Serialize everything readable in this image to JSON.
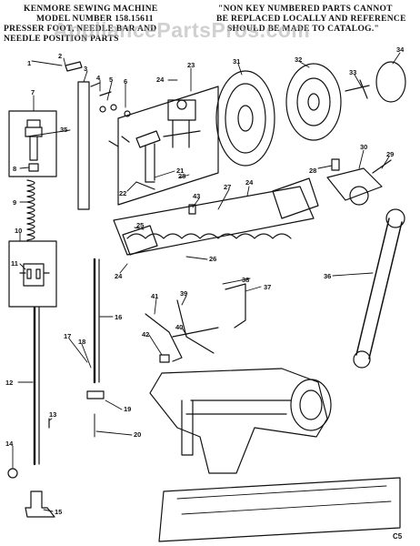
{
  "header": {
    "left_line1": "KENMORE SEWING MACHINE",
    "left_line2": "MODEL NUMBER 158.15611",
    "left_line3": "PRESSER FOOT, NEEDLE BAR AND",
    "left_line4": "NEEDLE POSITION PARTS",
    "right_line1": "\"NON KEY NUMBERED PARTS CANNOT",
    "right_line2": "BE REPLACED LOCALLY AND REFERENCE",
    "right_line3": "SHOULD BE MADE TO CATALOG.\""
  },
  "watermark": "AppliancePartsPros.com",
  "corner_code": "C5",
  "callouts": [
    {
      "id": "c1",
      "label": "1"
    },
    {
      "id": "c2",
      "label": "2"
    },
    {
      "id": "c3",
      "label": "3"
    },
    {
      "id": "c4",
      "label": "4"
    },
    {
      "id": "c5",
      "label": "5"
    },
    {
      "id": "c6",
      "label": "6"
    },
    {
      "id": "c7",
      "label": "7"
    },
    {
      "id": "c8",
      "label": "8"
    },
    {
      "id": "c9",
      "label": "9"
    },
    {
      "id": "c10",
      "label": "10"
    },
    {
      "id": "c11",
      "label": "11"
    },
    {
      "id": "c12",
      "label": "12"
    },
    {
      "id": "c13",
      "label": "13"
    },
    {
      "id": "c14",
      "label": "14"
    },
    {
      "id": "c15",
      "label": "15"
    },
    {
      "id": "c16",
      "label": "16"
    },
    {
      "id": "c17",
      "label": "17"
    },
    {
      "id": "c18",
      "label": "18"
    },
    {
      "id": "c19",
      "label": "19"
    },
    {
      "id": "c20",
      "label": "20"
    },
    {
      "id": "c21",
      "label": "21"
    },
    {
      "id": "c22",
      "label": "22"
    },
    {
      "id": "c23",
      "label": "23"
    },
    {
      "id": "c24a",
      "label": "24"
    },
    {
      "id": "c24b",
      "label": "24"
    },
    {
      "id": "c24c",
      "label": "24"
    },
    {
      "id": "c25",
      "label": "25"
    },
    {
      "id": "c26",
      "label": "26"
    },
    {
      "id": "c27",
      "label": "27"
    },
    {
      "id": "c28a",
      "label": "28"
    },
    {
      "id": "c28b",
      "label": "28"
    },
    {
      "id": "c29",
      "label": "29"
    },
    {
      "id": "c30",
      "label": "30"
    },
    {
      "id": "c31",
      "label": "31"
    },
    {
      "id": "c32",
      "label": "32"
    },
    {
      "id": "c33",
      "label": "33"
    },
    {
      "id": "c34",
      "label": "34"
    },
    {
      "id": "c35",
      "label": "35"
    },
    {
      "id": "c36",
      "label": "36"
    },
    {
      "id": "c37",
      "label": "37"
    },
    {
      "id": "c38",
      "label": "38"
    },
    {
      "id": "c39",
      "label": "39"
    },
    {
      "id": "c40",
      "label": "40"
    },
    {
      "id": "c41",
      "label": "41"
    },
    {
      "id": "c42",
      "label": "42"
    },
    {
      "id": "c43",
      "label": "43"
    }
  ]
}
